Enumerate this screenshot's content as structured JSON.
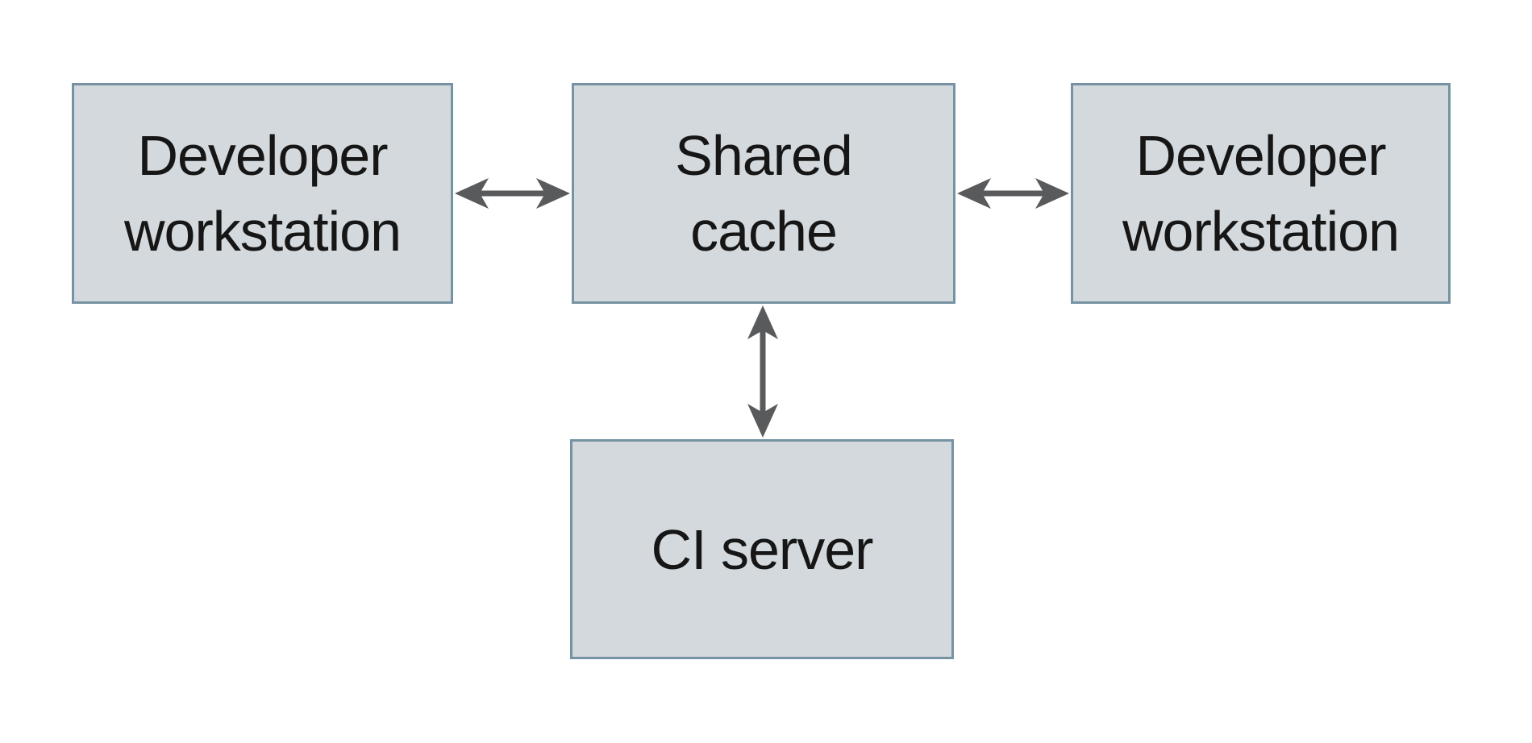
{
  "diagram": {
    "type": "architecture-diagram",
    "background": "#ffffff",
    "nodes": [
      {
        "id": "developer-workstation-left",
        "label": "Developer\nworkstation"
      },
      {
        "id": "shared-cache",
        "label": "Shared\ncache"
      },
      {
        "id": "developer-workstation-right",
        "label": "Developer\nworkstation"
      },
      {
        "id": "ci-server",
        "label": "CI server"
      }
    ],
    "edges": [
      {
        "from": "developer-workstation-left",
        "to": "shared-cache",
        "direction": "bidirectional",
        "orientation": "horizontal"
      },
      {
        "from": "shared-cache",
        "to": "developer-workstation-right",
        "direction": "bidirectional",
        "orientation": "horizontal"
      },
      {
        "from": "shared-cache",
        "to": "ci-server",
        "direction": "bidirectional",
        "orientation": "vertical"
      }
    ],
    "colors": {
      "node_fill": "#d3d9dc",
      "node_border": "#7693a3",
      "arrow": "#595a5c",
      "text": "#161616"
    }
  }
}
